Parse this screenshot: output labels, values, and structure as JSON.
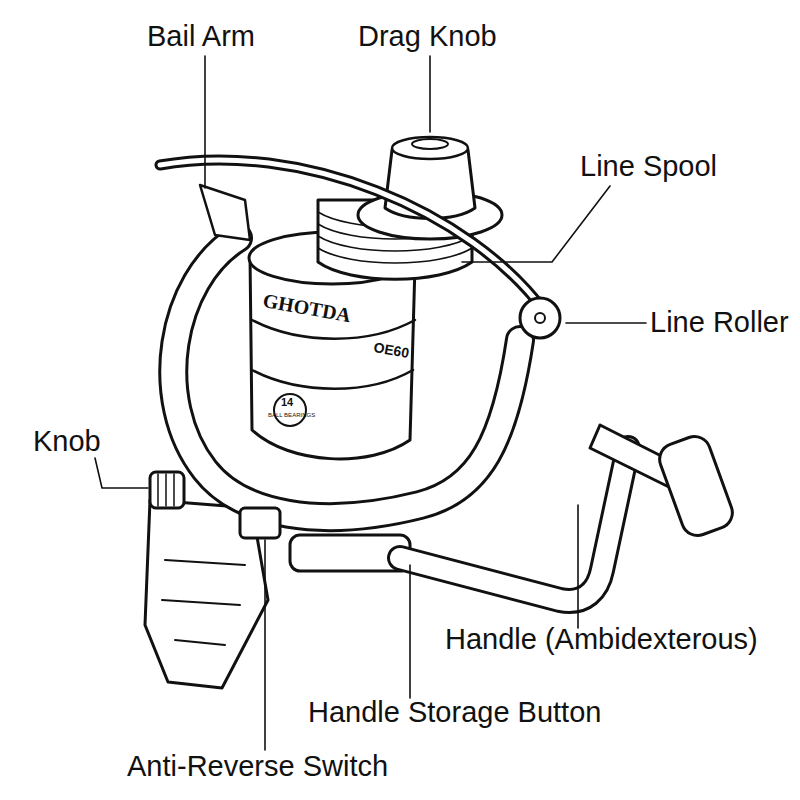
{
  "diagram": {
    "labels": [
      "Bail Arm",
      "Drag Knob",
      "Line Spool",
      "Line Roller",
      "Knob",
      "Handle (Ambidexterous)",
      "Handle Storage Button",
      "Anti-Reverse Switch",
      "GHOTDA",
      "OE60",
      "14",
      "BALL BEARINGS"
    ]
  }
}
